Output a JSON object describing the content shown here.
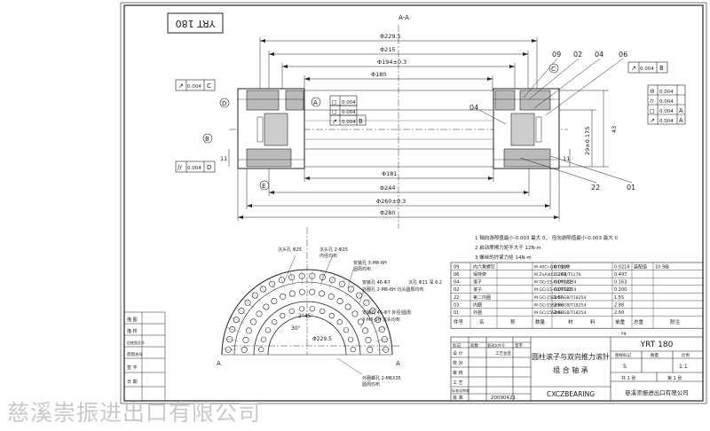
{
  "title_box": "YRT 180",
  "section_label": "A-A",
  "dims": {
    "d2295": "Φ229.5",
    "d215": "Φ215",
    "d1945": "Φ194±0.3",
    "d180": "Φ180",
    "d181": "Φ181",
    "d244": "Φ244",
    "d260": "Φ260±0.3",
    "d280": "Φ280",
    "h29": "29±0.175",
    "h43": "43",
    "h11_left": "11",
    "h11_right": "11"
  },
  "callouts": [
    "09",
    "02",
    "04",
    "06",
    "04",
    "22",
    "01"
  ],
  "tolerance": {
    "runout_C": [
      "↗",
      "0.004",
      "C"
    ],
    "runout_B_top": [
      "↗",
      "0.004",
      "B"
    ],
    "parallel_D": [
      "//",
      "0.004",
      "D"
    ],
    "center_box_1": [
      "◻",
      "0.004"
    ],
    "center_box_2": [
      "◻",
      "0.004"
    ],
    "center_box_3": [
      "↗",
      "0.004",
      "B"
    ],
    "right_col": [
      [
        "⊖",
        "0.004",
        ""
      ],
      [
        "⌭",
        "0.004",
        ""
      ],
      [
        "◻",
        "0.004",
        "A"
      ],
      [
        "↗",
        "0.004",
        "A"
      ]
    ]
  },
  "datums": [
    "A",
    "B",
    "C",
    "D",
    "E"
  ],
  "notes": [
    "1  轴向游隙值最小-0.003  最大  0，   径向游隙值最小-0.003  最大  0",
    "2  启动摩擦力矩不大于  12N·m",
    "3  螺丝的拧紧力矩  14N·m"
  ],
  "plan_labels": {
    "hole_top": "沉头孔 Φ25",
    "hole_top2": "沉头孔 2-Φ25",
    "hole_mid": "内径均布",
    "thread": "安装孔 3-M8-6H",
    "thread_sub": "圆周均布",
    "install1": "安装孔 46-Φ7",
    "install1b": "沉孔 Φ11 深 6.2",
    "install1c": "外圈孔 2-M6-6H 沉头圆周均布",
    "install2": "安装孔 45-Φ7 外径/圆周",
    "install2b": "3-M6-6H 沉头均布",
    "angle": "2°45'",
    "angle2": "30°",
    "radius": "Φ229.5",
    "bottom_note": "外圈螺孔 2-M6X35",
    "bottom_note2": "圆周均布",
    "A_left": "A",
    "A_right": "A"
  },
  "parts_rows": [
    [
      "09",
      "内六角螺钉",
      "",
      "M 40Cr-GB/T3077",
      "0.0108",
      "0.0216",
      "装配值",
      "10.9级"
    ],
    [
      "06",
      "保持架",
      "",
      "M ZnAl4Cu1-GB/T1176",
      "0.269",
      "0.497",
      "",
      ""
    ],
    [
      "04",
      "滚子",
      "",
      "M GCr15-GB/T18254",
      "0.00122",
      "0.163",
      "",
      ""
    ],
    [
      "02",
      "滚子",
      "",
      "M GCr15-GB/T18254",
      "0.00122",
      "0.200",
      "",
      ""
    ],
    [
      "22",
      "第二内圈",
      "",
      "M GCr15SiMn-GB/T18254",
      "1.55",
      "1.55",
      "",
      ""
    ],
    [
      "03",
      "内圈",
      "",
      "M GCr15SiMn-GB/T18254",
      "2.88",
      "2.88",
      "",
      ""
    ],
    [
      "01",
      "外圈",
      "",
      "M GCr15SiMn-GB/T18254",
      "2.60",
      "2.60",
      "",
      ""
    ]
  ],
  "parts_header": [
    "件号",
    "名",
    "称",
    "数量",
    "材",
    "料",
    "单重",
    "总重",
    "附注"
  ],
  "parts_weight_unit": "kg",
  "model": "YRT 180",
  "product_name_1": "圆柱滚子与双向推力滚针",
  "product_name_2": "组 合 轴 承",
  "brand": "CXCZBEARING",
  "company": "慈溪崇振进出口有限公司",
  "date": "20090421",
  "title_left_labels": [
    "描 图",
    "描 校",
    "旧底图总号",
    "底图总号",
    "签 字",
    "日 期"
  ],
  "sig_rows": [
    "设 计",
    "校 对",
    "审 核",
    "工 艺",
    "标准化审查",
    "批 准"
  ],
  "sig_header": [
    "标记",
    "处数",
    "更改文件号",
    "签字",
    "日期"
  ],
  "title_right_header": [
    "图样标记",
    "数量",
    "比例"
  ],
  "title_right_values": [
    "S",
    "",
    "1:1"
  ],
  "sheet_info": [
    "共 1 张",
    "第 1 张"
  ],
  "stage": "工艺会签",
  "watermark": "慈溪崇振进出口有限公司"
}
